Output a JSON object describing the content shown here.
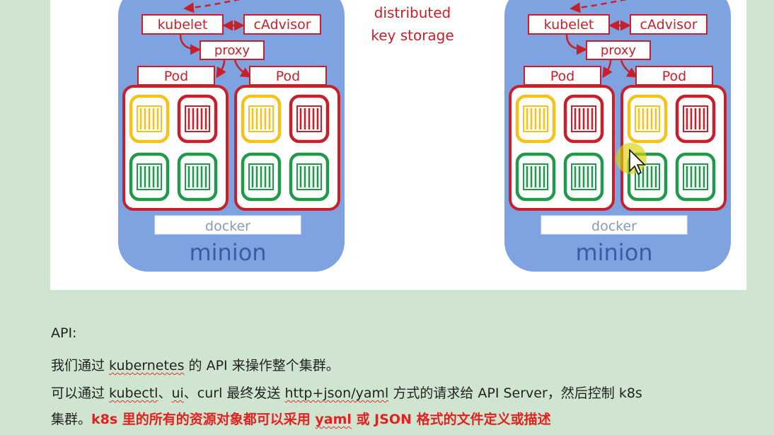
{
  "diagram": {
    "center_label": {
      "line1": "distributed",
      "line2": "key storage"
    },
    "colors": {
      "node_bg": "#7ea3e0",
      "red": "#c8202a",
      "yellow": "#f6c21a",
      "green": "#1f9a4a",
      "docker_text": "#8a98b4",
      "minion_text": "#3a5ba8"
    },
    "nodes": [
      {
        "kubelet": "kubelet",
        "cadvisor": "cAdvisor",
        "proxy": "proxy",
        "pods": [
          "Pod",
          "Pod"
        ],
        "docker": "docker",
        "label": "minion"
      },
      {
        "kubelet": "kubelet",
        "cadvisor": "cAdvisor",
        "proxy": "proxy",
        "pods": [
          "Pod",
          "Pod"
        ],
        "docker": "docker",
        "label": "minion"
      }
    ]
  },
  "text": {
    "heading": "API:",
    "line1": {
      "a": "我们通过 ",
      "b": "kubernetes",
      "c": " 的 API 来操作整个集群。"
    },
    "line2": {
      "a": "可以通过 ",
      "b": "kubectl",
      "c": "、",
      "d": "ui",
      "e": "、curl 最终发送 ",
      "f": "http+json/yaml",
      "g": " 方式的请求给 API Server，然后控制 k8s"
    },
    "line3": {
      "a": "集群。",
      "b": "k8s 里的所有的资源对象都可以采用 ",
      "c": "yaml",
      "d": " 或 JSON 格式的文件定义或描述"
    }
  }
}
